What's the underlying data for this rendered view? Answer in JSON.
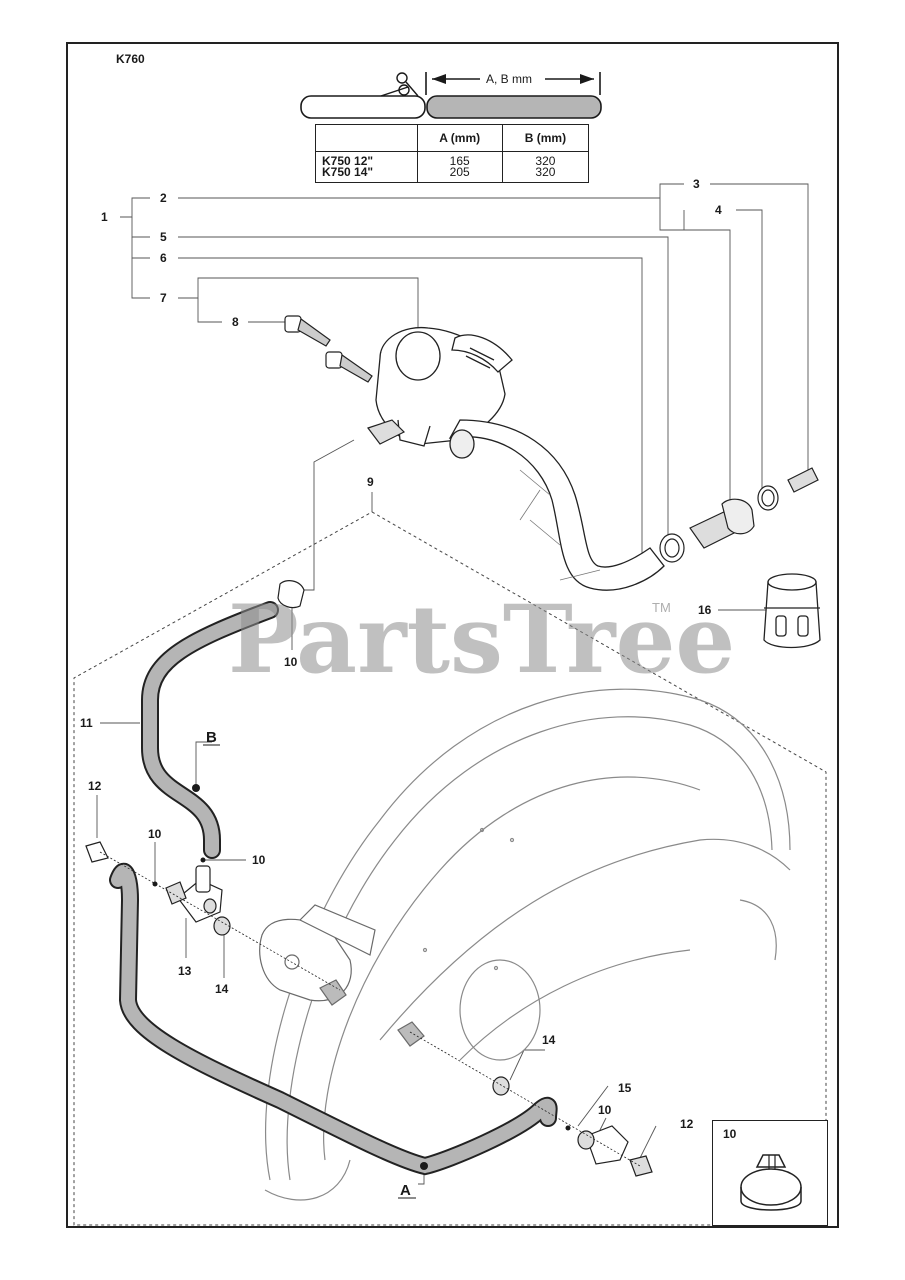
{
  "header": {
    "model": "K760"
  },
  "dimension": {
    "label": "A, B mm"
  },
  "spec_table": {
    "columns": [
      "",
      "A (mm)",
      "B (mm)"
    ],
    "rows": [
      {
        "model": "K750 12\"",
        "a": "165",
        "b": "320"
      },
      {
        "model": "K750 14\"",
        "a": "205",
        "b": "320"
      }
    ]
  },
  "callouts": {
    "c1": "1",
    "c2": "2",
    "c3": "3",
    "c4": "4",
    "c5": "5",
    "c6": "6",
    "c7": "7",
    "c8": "8",
    "c9": "9",
    "c10a": "10",
    "c10b": "10",
    "c10c": "10",
    "c10d": "10",
    "c11": "11",
    "c12a": "12",
    "c12b": "12",
    "c13": "13",
    "c14a": "14",
    "c14b": "14",
    "c15": "15",
    "c16": "16"
  },
  "hose_ends": {
    "a": "A",
    "b": "B"
  },
  "inset": {
    "label": "10"
  },
  "watermark": {
    "text": "PartsTree",
    "tm": "TM"
  },
  "colors": {
    "line": "#1a1a1a",
    "hose_fill": "#b5b5b5",
    "watermark": "#8c8c8c"
  }
}
